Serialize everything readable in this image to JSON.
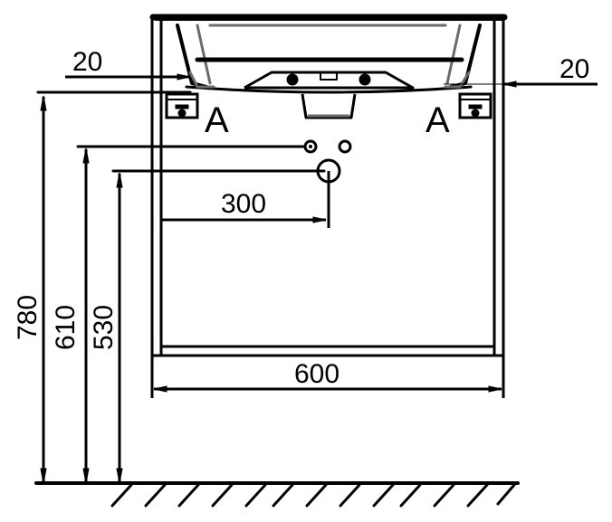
{
  "drawing": {
    "type": "technical-elevation",
    "subject": "wall-hung vanity cabinet with basin, front view",
    "units": "mm",
    "stroke_color": "#000000",
    "secondary_stroke_color": "#6b6b6b",
    "background": "#ffffff"
  },
  "dimensions": {
    "left_offset": "20",
    "right_offset": "20",
    "drain_offset": "300",
    "cabinet_width": "600",
    "height_top": "780",
    "height_supply": "610",
    "height_drain": "530"
  },
  "labels": {
    "section_left": "A",
    "section_right": "A"
  }
}
